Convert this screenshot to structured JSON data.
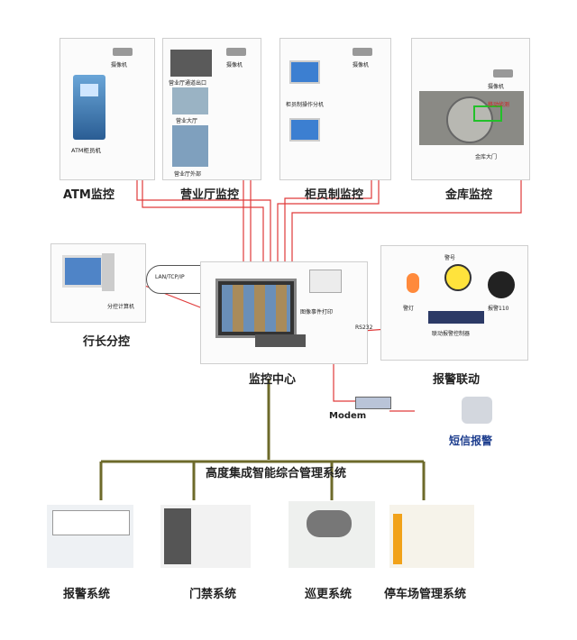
{
  "top_panels": {
    "atm": {
      "title": "ATM监控",
      "device": "ATM柜员机",
      "camera": "摄像机"
    },
    "hall": {
      "title": "营业厅监控",
      "camera": "摄像机",
      "scene1": "营业厅通道出口",
      "scene2": "营业大厅",
      "scene3": "营业厅外部"
    },
    "counter": {
      "title": "柜员制监控",
      "camera": "摄像机",
      "device": "柜员制操作分机"
    },
    "vault": {
      "title": "金库监控",
      "camera": "摄像机",
      "alert": "移动侦测",
      "door": "金库大门"
    }
  },
  "branch": {
    "title": "行长分控",
    "device": "分控计算机"
  },
  "network_label": "LAN/TCP/IP",
  "center": {
    "title": "监控中心",
    "printer": "图像事件打印"
  },
  "alarm_link": {
    "title": "报警联动",
    "siren": "警号",
    "lamp": "警灯",
    "call": "报警110",
    "controller": "联动报警控制器"
  },
  "rs232": "RS232",
  "modem": "Modem",
  "sms": "短信报警",
  "bus_title": "高度集成智能综合管理系统",
  "subsystems": [
    "报警系统",
    "门禁系统",
    "巡更系统",
    "停车场管理系统"
  ]
}
